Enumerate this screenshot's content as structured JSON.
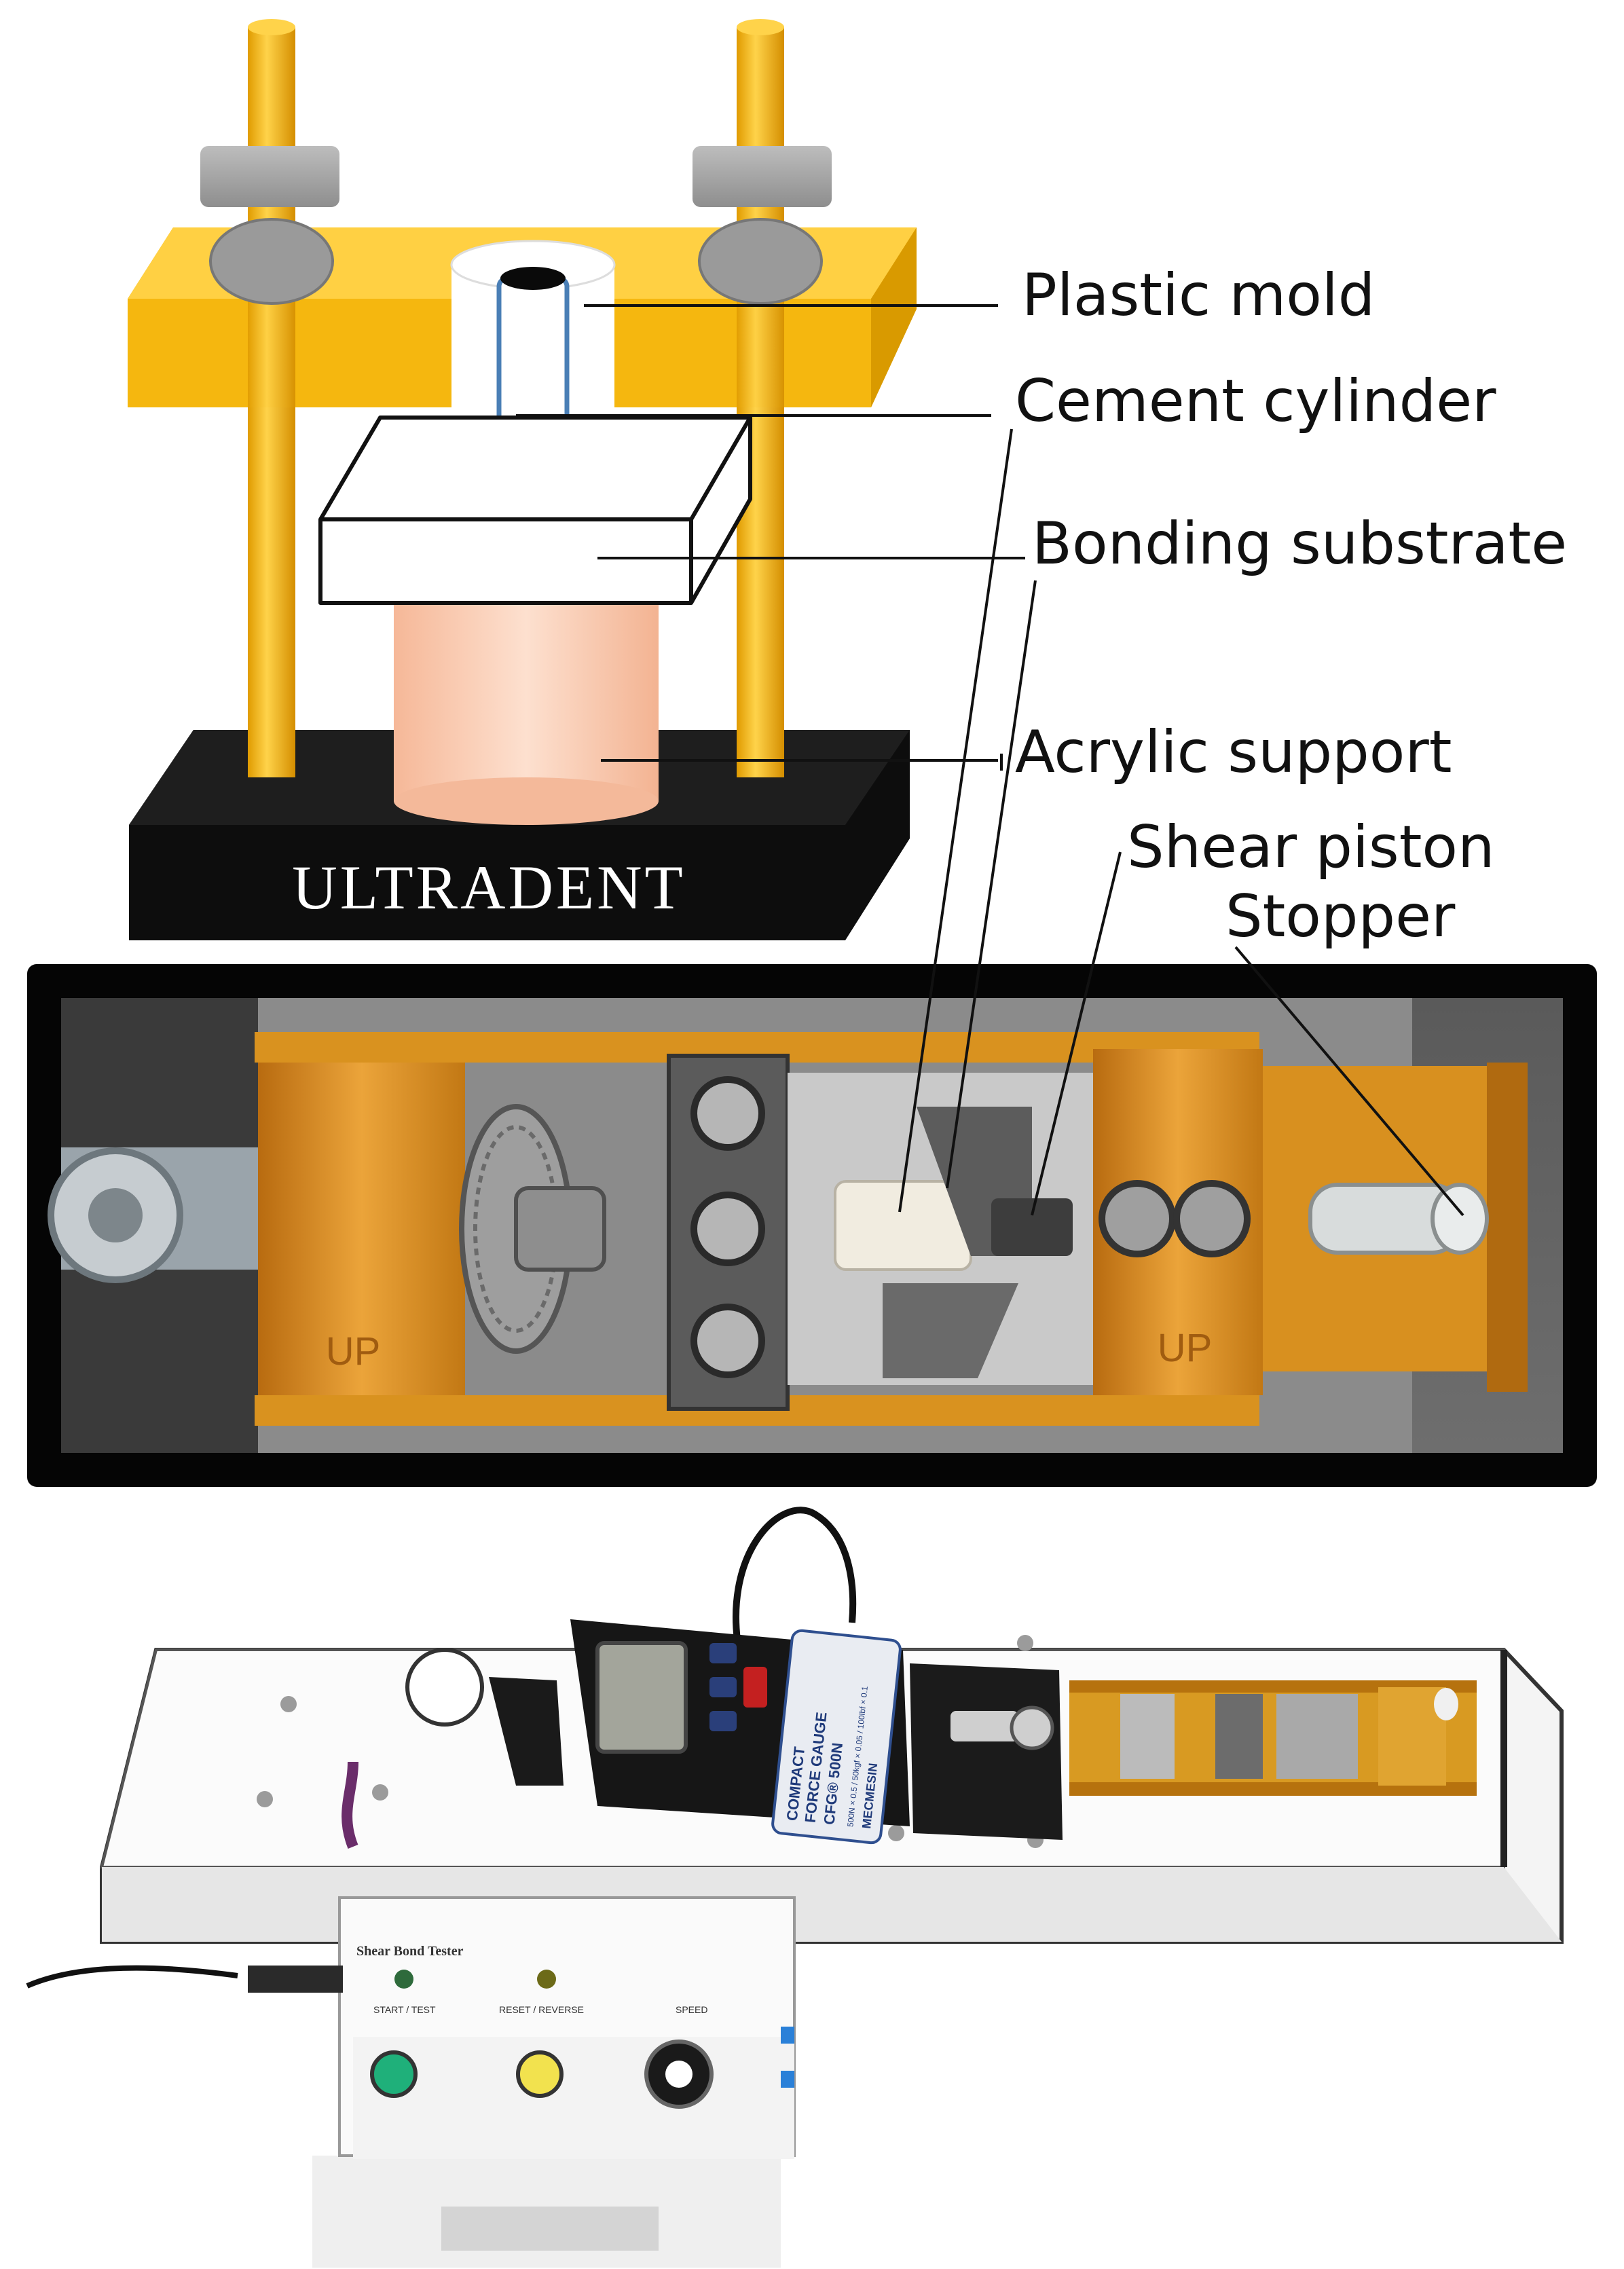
{
  "labels": {
    "plastic_mold": "Plastic mold",
    "cement_cylinder": "Cement cylinder",
    "bonding_substrate": "Bonding substrate",
    "acrylic_support": "Acrylic support",
    "shear_piston": "Shear piston",
    "stopper": "Stopper"
  },
  "jig_brand": "ULTRADENT",
  "photo_markings": {
    "up_left": "UP",
    "up_right": "UP"
  },
  "gauge": {
    "line1": "COMPACT",
    "line2": "FORCE GAUGE",
    "line3": "CFG® 500N",
    "specs": "500N × 0.5 / 50kgf × 0.05 / 100lbf × 0.1",
    "brand": "MECMESIN"
  },
  "control_panel": {
    "title": "Shear Bond Tester",
    "start": "START / TEST",
    "reset": "RESET / REVERSE",
    "speed": "SPEED"
  },
  "colors": {
    "rod": "#f4b400",
    "frame": "#f8c21c",
    "base": "#141414",
    "acrylic": "#f9c9ad",
    "brass": "#d88f1e",
    "machine": "#f2f2f2"
  }
}
